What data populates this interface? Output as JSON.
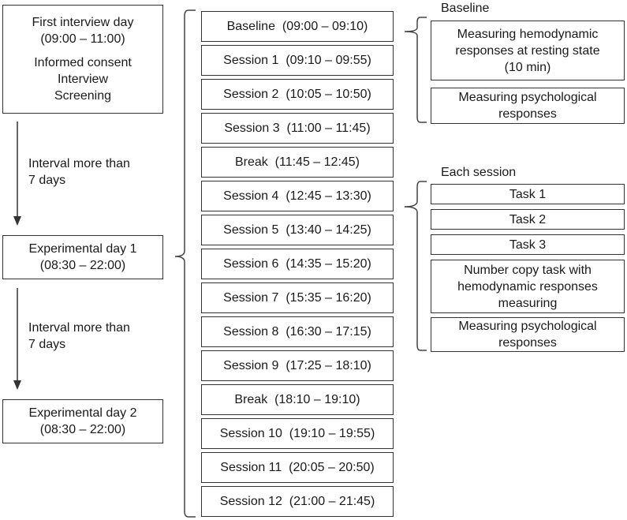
{
  "left": {
    "first_day": {
      "title": "First interview day",
      "time": "(09:00 – 11:00)",
      "activities": [
        "Informed consent",
        "Interview",
        "Screening"
      ]
    },
    "interval_1": [
      "Interval more than",
      "7 days"
    ],
    "exp_day_1": {
      "title": "Experimental day 1",
      "time": "(08:30 – 22:00)"
    },
    "interval_2": [
      "Interval more than",
      "7 days"
    ],
    "exp_day_2": {
      "title": "Experimental day 2",
      "time": "(08:30 – 22:00)"
    }
  },
  "schedule": [
    "Baseline  (09:00 – 09:10)",
    "Session 1  (09:10 – 09:55)",
    "Session 2  (10:05 – 10:50)",
    "Session 3  (11:00 – 11:45)",
    "Break  (11:45 – 12:45)",
    "Session 4  (12:45 – 13:30)",
    "Session 5  (13:40 – 14:25)",
    "Session 6  (14:35 – 15:20)",
    "Session 7  (15:35 – 16:20)",
    "Session 8  (16:30 – 17:15)",
    "Session 9  (17:25 – 18:10)",
    "Break  (18:10 – 19:10)",
    "Session 10  (19:10 – 19:55)",
    "Session 11  (20:05 – 20:50)",
    "Session 12  (21:00 – 21:45)"
  ],
  "baseline": {
    "title": "Baseline",
    "items": [
      [
        "Measuring hemodynamic",
        "responses at resting state",
        "(10 min)"
      ],
      [
        "Measuring psychological",
        "responses"
      ]
    ]
  },
  "each_session": {
    "title": "Each session",
    "items": [
      [
        "Task 1"
      ],
      [
        "Task 2"
      ],
      [
        "Task 3"
      ],
      [
        "Number copy task with",
        "hemodynamic responses",
        "measuring"
      ],
      [
        "Measuring psychological",
        "responses"
      ]
    ]
  }
}
